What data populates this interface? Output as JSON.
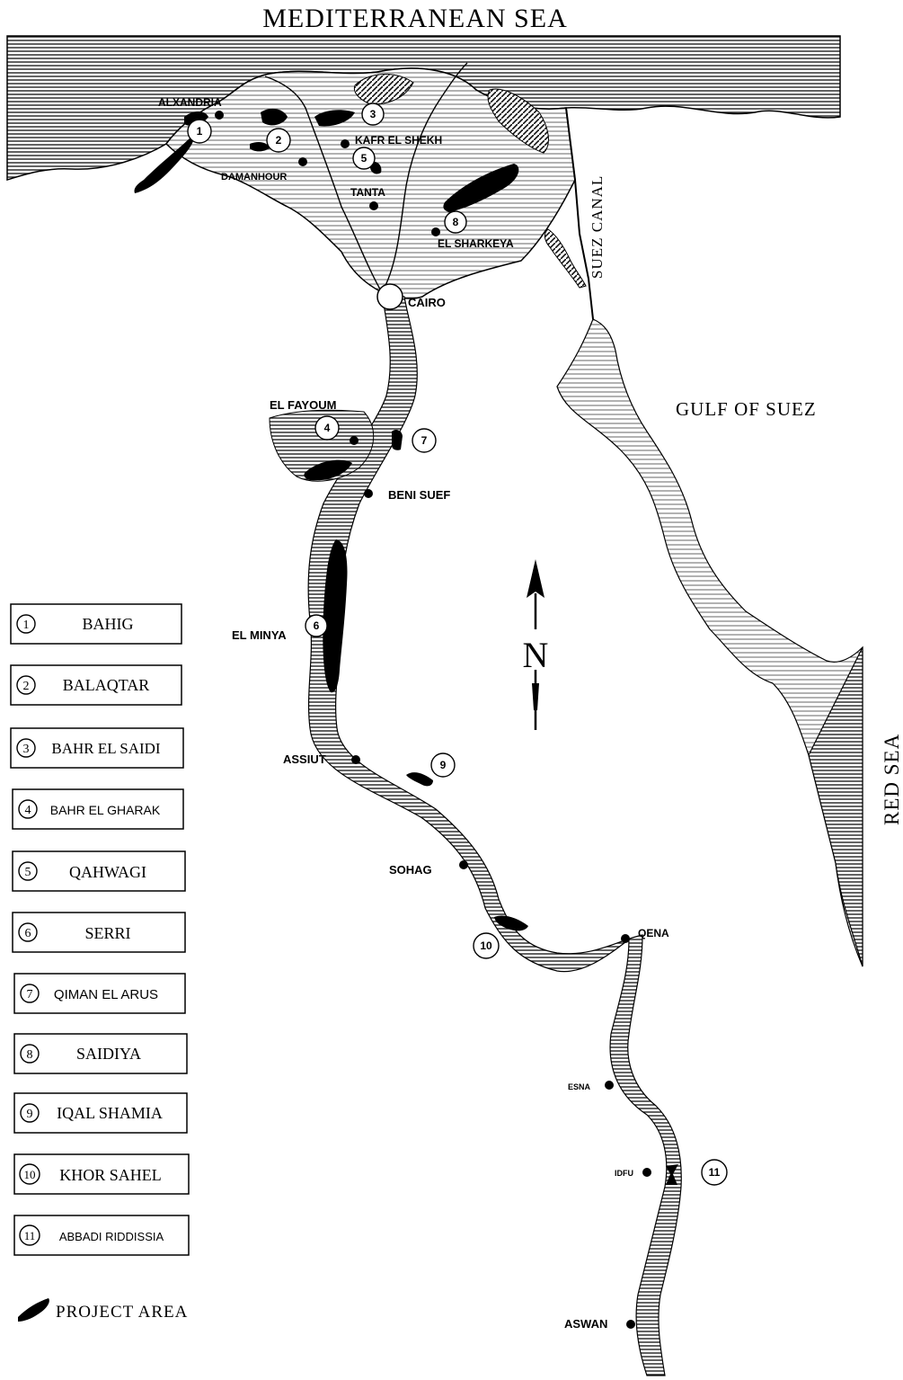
{
  "labels": {
    "sea_north": "MEDITERRANEAN SEA",
    "canal": "SUEZ CANAL",
    "gulf": "GULF OF SUEZ",
    "sea_east": "RED SEA",
    "north": "N"
  },
  "cities": {
    "alexandria": "ALXANDRIA",
    "damanhour": "DAMANHOUR",
    "kafr": "KAFR EL SHEKH",
    "tanta": "TANTA",
    "sharkeya": "EL SHARKEYA",
    "cairo": "CAIRO",
    "fayoum": "EL FAYOUM",
    "benisuef": "BENI SUEF",
    "minya": "EL MINYA",
    "assiut": "ASSIUT",
    "sohag": "SOHAG",
    "qena": "QENA",
    "esna": "ESNA",
    "idfu": "IDFU",
    "aswan": "ASWAN"
  },
  "markers": [
    "1",
    "2",
    "3",
    "4",
    "5",
    "6",
    "7",
    "8",
    "9",
    "10",
    "11"
  ],
  "legend": {
    "items": [
      {
        "num": "1",
        "name": "BAHIG"
      },
      {
        "num": "2",
        "name": "BALAQTAR"
      },
      {
        "num": "3",
        "name": "BAHR EL SAIDI"
      },
      {
        "num": "4",
        "name": "BAHR EL GHARAK"
      },
      {
        "num": "5",
        "name": "QAHWAGI"
      },
      {
        "num": "6",
        "name": "SERRI"
      },
      {
        "num": "7",
        "name": "QIMAN EL ARUS"
      },
      {
        "num": "8",
        "name": "SAIDIYA"
      },
      {
        "num": "9",
        "name": "IQAL SHAMIA"
      },
      {
        "num": "10",
        "name": "KHOR SAHEL"
      },
      {
        "num": "11",
        "name": "ABBADI RIDDISSIA"
      }
    ],
    "project_area": "PROJECT AREA"
  },
  "colors": {
    "ink": "#000000",
    "paper": "#ffffff",
    "fill": "#b8b8b8"
  }
}
